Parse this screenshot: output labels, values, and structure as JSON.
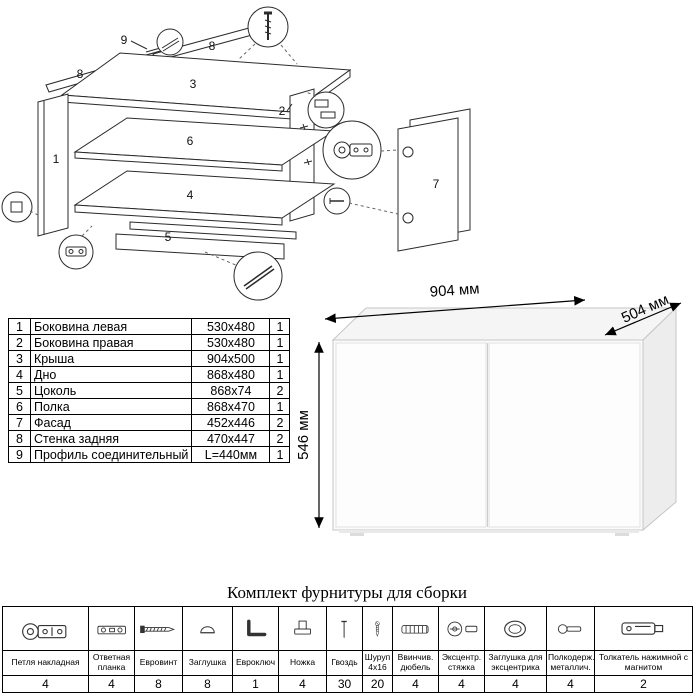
{
  "parts_table": {
    "rows": [
      {
        "num": "1",
        "name": "Боковина левая",
        "size": "530x480",
        "qty": "1"
      },
      {
        "num": "2",
        "name": "Боковина правая",
        "size": "530x480",
        "qty": "1"
      },
      {
        "num": "3",
        "name": "Крыша",
        "size": "904x500",
        "qty": "1"
      },
      {
        "num": "4",
        "name": "Дно",
        "size": "868x480",
        "qty": "1"
      },
      {
        "num": "5",
        "name": "Цоколь",
        "size": "868x74",
        "qty": "2"
      },
      {
        "num": "6",
        "name": "Полка",
        "size": "868x470",
        "qty": "1"
      },
      {
        "num": "7",
        "name": "Фасад",
        "size": "452x446",
        "qty": "2"
      },
      {
        "num": "8",
        "name": "Стенка задняя",
        "size": "470x447",
        "qty": "2"
      },
      {
        "num": "9",
        "name": "Профиль соединительный",
        "size": "L=440мм",
        "qty": "1"
      }
    ]
  },
  "dimensions": {
    "width": "904 мм",
    "depth": "504 мм",
    "height": "546 мм"
  },
  "exploded_labels": [
    "9",
    "8",
    "8",
    "3",
    "1",
    "2",
    "6",
    "4",
    "5",
    "7"
  ],
  "hardware": {
    "title": "Комплект фурнитуры для сборки",
    "items": [
      {
        "label": "Петля накладная",
        "count": "4",
        "icon": "hinge-icon"
      },
      {
        "label": "Ответная планка",
        "count": "4",
        "icon": "strike-plate-icon"
      },
      {
        "label": "Евровинт",
        "count": "8",
        "icon": "euro-screw-icon"
      },
      {
        "label": "Заглушка",
        "count": "8",
        "icon": "cap-icon"
      },
      {
        "label": "Евроключ",
        "count": "1",
        "icon": "hex-key-icon"
      },
      {
        "label": "Ножка",
        "count": "4",
        "icon": "foot-icon"
      },
      {
        "label": "Гвоздь",
        "count": "30",
        "icon": "nail-icon"
      },
      {
        "label": "Шуруп 4x16",
        "count": "20",
        "icon": "screw-icon"
      },
      {
        "label": "Ввинчив. дюбель",
        "count": "4",
        "icon": "threaded-dowel-icon"
      },
      {
        "label": "Эксцентр. стяжка",
        "count": "4",
        "icon": "cam-lock-icon"
      },
      {
        "label": "Заглушка для эксцентрика",
        "count": "4",
        "icon": "cam-cap-icon"
      },
      {
        "label": "Полкодерж. металлич.",
        "count": "4",
        "icon": "shelf-support-icon"
      },
      {
        "label": "Толкатель нажимной с магнитом",
        "count": "2",
        "icon": "push-latch-icon"
      }
    ]
  }
}
